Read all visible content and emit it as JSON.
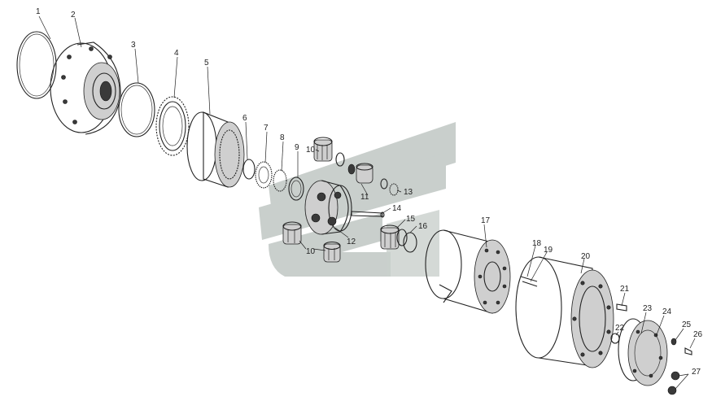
{
  "callouts": [
    "1",
    "2",
    "3",
    "4",
    "5",
    "6",
    "7",
    "8",
    "9",
    "10",
    "11",
    "12",
    "13",
    "14",
    "15",
    "16",
    "17",
    "18",
    "19",
    "20",
    "21",
    "22",
    "23",
    "24",
    "25",
    "26",
    "27"
  ],
  "secondary_callouts": [
    "10"
  ],
  "colors": {
    "line": "#222222",
    "watermark": "#c9cfcc",
    "background": "#ffffff"
  }
}
